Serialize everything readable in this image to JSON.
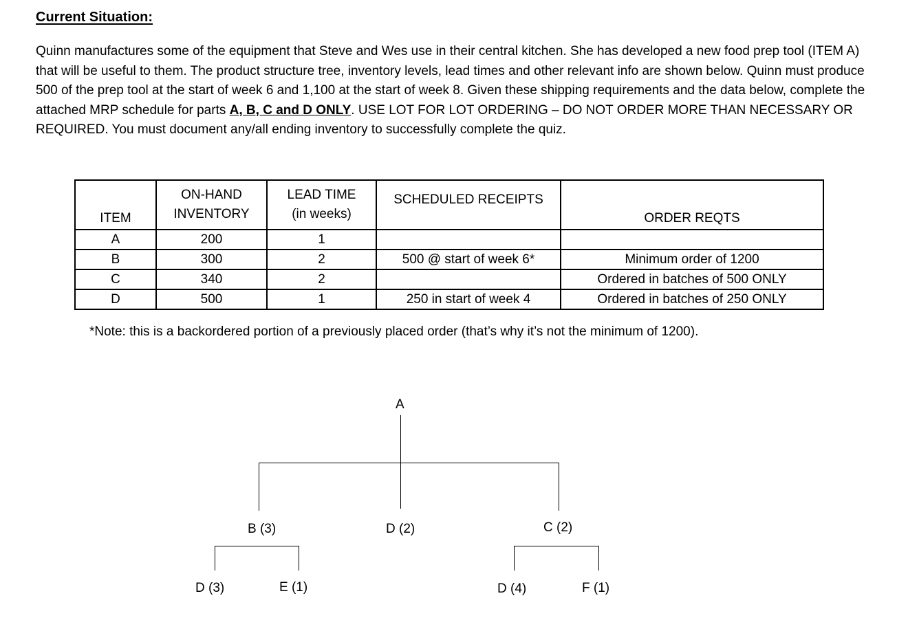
{
  "heading": "Current Situation:",
  "paragraph": {
    "part1": "Quinn manufactures some of the equipment that Steve and Wes use in their central kitchen.  She has developed a new food prep tool (ITEM A) that will be useful to them. The product structure tree, inventory levels, lead times and other relevant info are shown below.  Quinn must produce 500 of the prep tool at the start of week 6 and 1,100 at the start of week 8.  Given these shipping requirements and the data below, complete the attached MRP schedule for parts ",
    "emphasis": "A, B, C and D ONLY",
    "part2": ".  USE LOT FOR LOT ORDERING – DO NOT ORDER MORE THAN NECESSARY OR REQUIRED.  You must document any/all ending inventory to successfully complete the quiz."
  },
  "table": {
    "headers": {
      "item": "ITEM",
      "onhand_1": "ON-HAND",
      "onhand_2": "INVENTORY",
      "lead_1": "LEAD TIME",
      "lead_2": "(in weeks)",
      "receipts": "SCHEDULED RECEIPTS",
      "reqts": "ORDER REQTS"
    },
    "rows": [
      {
        "item": "A",
        "onhand": "200",
        "lead": "1",
        "receipts": "",
        "reqts": ""
      },
      {
        "item": "B",
        "onhand": "300",
        "lead": "2",
        "receipts": "500 @ start of week 6*",
        "reqts": "Minimum order of 1200"
      },
      {
        "item": "C",
        "onhand": "340",
        "lead": "2",
        "receipts": "",
        "reqts": "Ordered in batches of 500 ONLY"
      },
      {
        "item": "D",
        "onhand": "500",
        "lead": "1",
        "receipts": "250 in start of week 4",
        "reqts": "Ordered in batches of 250 ONLY"
      }
    ]
  },
  "note": "*Note: this is a backordered portion of a previously placed order (that’s why it’s not the minimum of 1200).",
  "tree": {
    "root": "A",
    "b": "B (3)",
    "d_mid": "D (2)",
    "c": "C (2)",
    "d_b": "D (3)",
    "e": "E (1)",
    "d_c": "D (4)",
    "f": "F (1)"
  }
}
